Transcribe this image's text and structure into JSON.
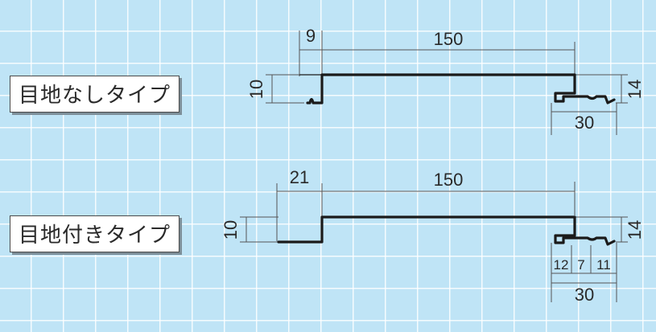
{
  "joint_free": {
    "label": "目地なしタイプ",
    "dimensions": {
      "top_left": "9",
      "top_main": "150",
      "height_left": "10",
      "height_right": "14",
      "bottom_right": "30"
    }
  },
  "with_joint": {
    "label": "目地付きタイプ",
    "dimensions": {
      "top_left": "21",
      "top_main": "150",
      "height_left": "10",
      "height_right": "14",
      "bottom_a": "12",
      "bottom_b": "7",
      "bottom_c": "11",
      "bottom_total": "30"
    }
  },
  "colors": {
    "background": "#bfe4f6",
    "grid": "#ffffff",
    "profile": "#1a1a1a",
    "dimension_line": "#555555"
  }
}
